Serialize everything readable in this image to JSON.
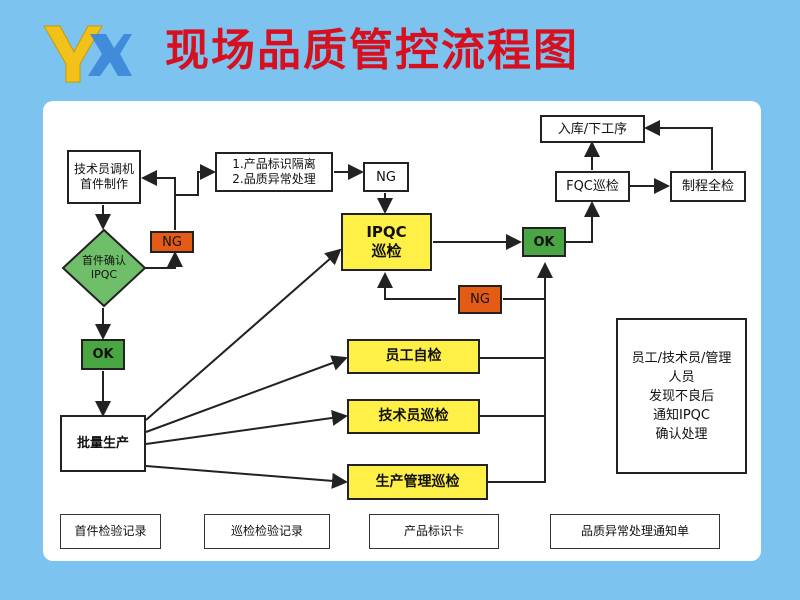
{
  "title": "现场品质管控流程图",
  "logo_text": "YX",
  "nodes": {
    "tech_debug": "技术员调机\n首件制作",
    "first_confirm": "首件确认\nIPQC",
    "ng1": "NG",
    "issue_box": "1.产品标识隔离\n2.品质异常处理",
    "ng2": "NG",
    "ipqc": "IPQC\n巡检",
    "ok1": "OK",
    "ok2": "OK",
    "ng3": "NG",
    "batch": "批量生产",
    "staff_check": "员工自检",
    "tech_check": "技术员巡检",
    "mgmt_check": "生产管理巡检",
    "storage": "入库/下工序",
    "fqc": "FQC巡检",
    "full_check": "制程全检",
    "note": "员工/技术员/管理\n人员\n发现不良后\n通知IPQC\n确认处理"
  },
  "documents": [
    "首件检验记录",
    "巡检检验记录",
    "产品标识卡",
    "品质异常处理通知单"
  ],
  "colors": {
    "title": "#d6101f",
    "background": "#7cc3f0",
    "yellow": "#fef046",
    "green": "#4aa543",
    "orange": "#e45b16"
  }
}
